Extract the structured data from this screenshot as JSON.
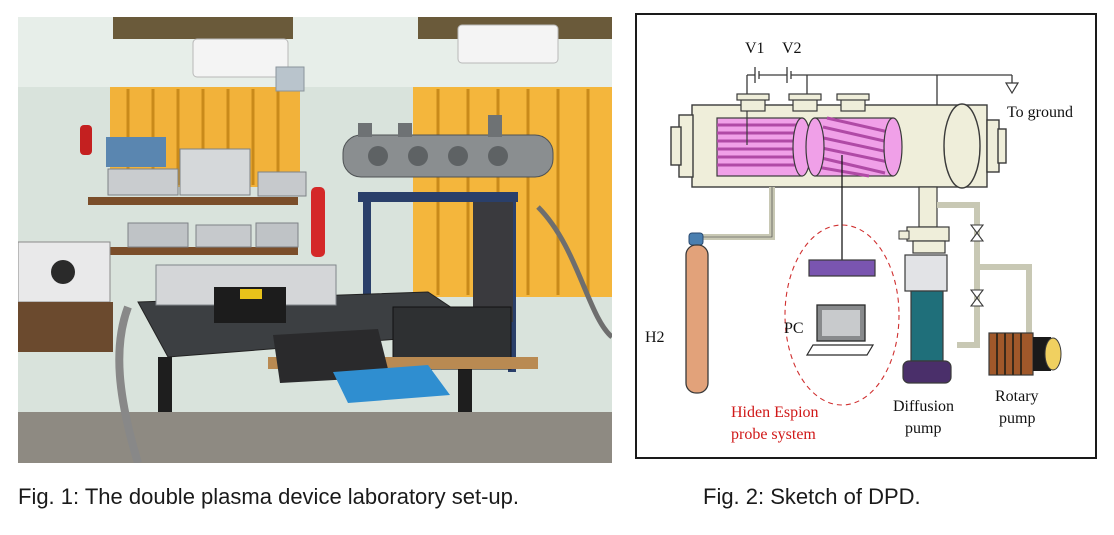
{
  "figure1": {
    "caption": "Fig. 1: The double plasma device laboratory set-up."
  },
  "figure2": {
    "caption": "Fig. 2: Sketch of DPD.",
    "labels": {
      "v1": "V1",
      "v2": "V2",
      "ground": "To ground",
      "h2": "H2",
      "pc": "PC",
      "probe_line1": "Hiden Espion",
      "probe_line2": "probe system",
      "diffusion_line1": "Diffusion",
      "diffusion_line2": "pump",
      "rotary_line1": "Rotary",
      "rotary_line2": "pump"
    },
    "colors": {
      "chamber": "#efeeda",
      "outline": "#3a3a3a",
      "plasma": "#f0a0e8",
      "plasma_stripe": "#b04aa6",
      "diffusion_pump": "#1f6f7a",
      "diffusion_base": "#4a2f6a",
      "h2_cylinder": "#e2a27a",
      "probe_text": "#d01818",
      "probe_circle": "#d03030",
      "monitor_bar": "#7a55b0"
    }
  }
}
